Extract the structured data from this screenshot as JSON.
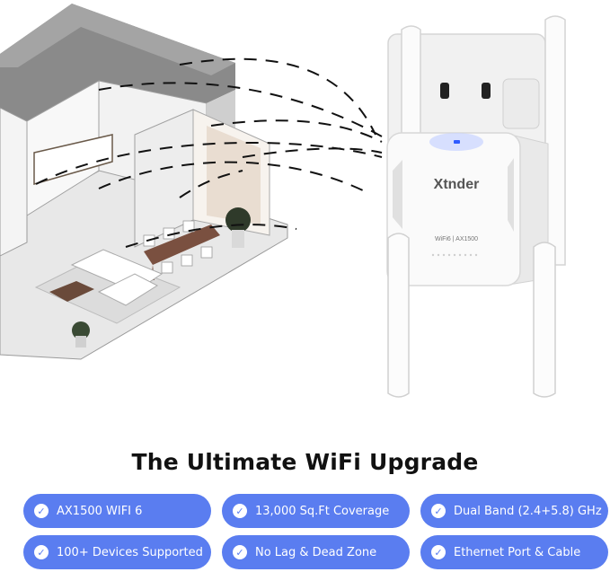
{
  "product": {
    "brand_logo": "Xtnder",
    "model_label": "WiFi6 | AX1500"
  },
  "headline": "The Ultimate WiFi Upgrade",
  "features": [
    {
      "label": "AX1500 WIFI 6",
      "icon": "check-icon"
    },
    {
      "label": "13,000 Sq.Ft Coverage",
      "icon": "check-icon"
    },
    {
      "label": "Dual Band (2.4+5.8) GHz",
      "icon": "check-icon"
    },
    {
      "label": "100+ Devices Supported",
      "icon": "check-icon"
    },
    {
      "label": "No Lag & Dead Zone",
      "icon": "check-icon"
    },
    {
      "label": "Ethernet Port & Cable",
      "icon": "check-icon"
    }
  ],
  "colors": {
    "pill": "#5a7df0",
    "headline": "#111111",
    "led": "#2f5bff"
  }
}
